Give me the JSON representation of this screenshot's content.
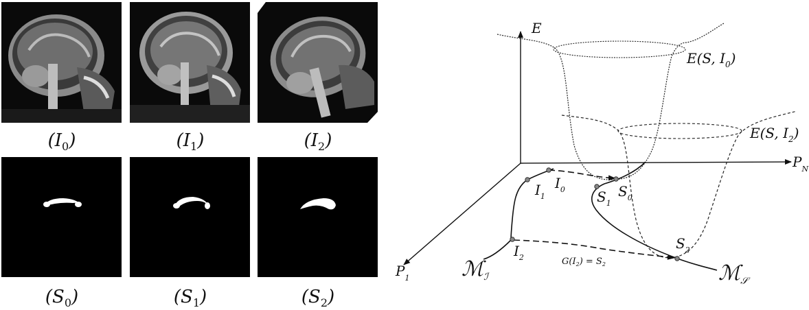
{
  "left": {
    "images": [
      {
        "caption_var": "I",
        "caption_sub": "0"
      },
      {
        "caption_var": "I",
        "caption_sub": "1"
      },
      {
        "caption_var": "I",
        "caption_sub": "2"
      }
    ],
    "segmentations": [
      {
        "caption_var": "S",
        "caption_sub": "0"
      },
      {
        "caption_var": "S",
        "caption_sub": "1"
      },
      {
        "caption_var": "S",
        "caption_sub": "2"
      }
    ]
  },
  "diagram": {
    "axis_e": "E",
    "axis_pn": "P",
    "axis_pn_sub": "N",
    "axis_p1": "P",
    "axis_p1_sub": "1",
    "energy_i0": "E(S, I",
    "energy_i0_sub": "0",
    "energy_i2": "E(S, I",
    "energy_i2_sub": "2",
    "point_i0": "I",
    "point_i0_sub": "0",
    "point_i1": "I",
    "point_i1_sub": "1",
    "point_i2": "I",
    "point_i2_sub": "2",
    "point_s0": "S",
    "point_s0_sub": "0",
    "point_s1": "S",
    "point_s1_sub": "1",
    "point_s2": "S",
    "point_s2_sub": "2",
    "mapping_label": "G(I",
    "mapping_label_sub": "2",
    "mapping_label_rhs": ") = S",
    "mapping_label_rhs_sub": "2",
    "manifold_image": "ℳ",
    "manifold_image_sub": "ℐ",
    "manifold_seg": "ℳ",
    "manifold_seg_sub": "𝒮"
  }
}
